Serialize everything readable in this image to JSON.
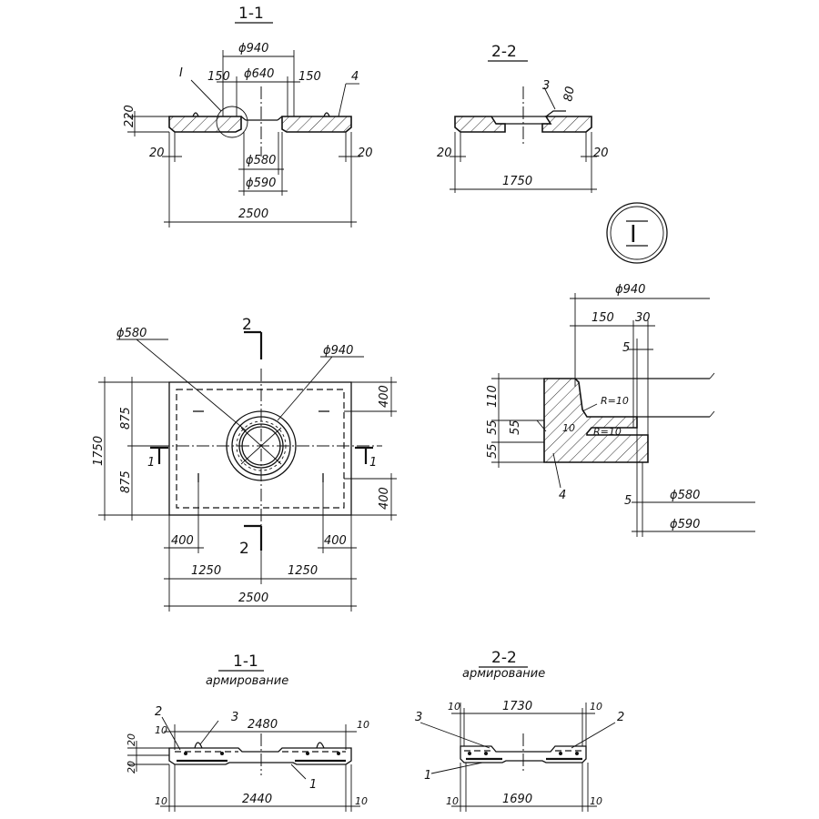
{
  "views": {
    "section_1_1": {
      "title": "1-1",
      "callout": "I",
      "dims": {
        "d940": "ϕ940",
        "d640": "ϕ640",
        "w150_left": "150",
        "w150_right": "150",
        "h220": "220",
        "d580": "ϕ580",
        "d590": "ϕ590",
        "e20_left": "20",
        "e20_right": "20",
        "total": "2500"
      },
      "leader": "4"
    },
    "section_2_2": {
      "title": "2-2",
      "leader": "3",
      "h80": "80",
      "e20_left": "20",
      "e20_right": "20",
      "total": "1750"
    },
    "detail_marker": {
      "label": "I"
    },
    "plan": {
      "d580": "ϕ580",
      "d940": "ϕ940",
      "section_top": "2",
      "section_bottom": "2",
      "section_left": "1",
      "section_right": "1",
      "h1750": "1750",
      "h875_top": "875",
      "h875_bottom": "875",
      "r400_top": "400",
      "r400_bottom": "400",
      "b400_left": "400",
      "b400_right": "400",
      "w1250_left": "1250",
      "w1250_right": "1250",
      "total": "2500"
    },
    "detail_I": {
      "d940": "ϕ940",
      "w150": "150",
      "w30": "30",
      "w5_top": "5",
      "h110": "110",
      "h55_a": "55",
      "h55_b": "55",
      "h55_c": "55",
      "r10_a": "R=10",
      "r10_b": "R=10",
      "w10": "10",
      "leader": "4",
      "w5_bottom": "5",
      "d580": "ϕ580",
      "d590": "ϕ590"
    },
    "reinf_1_1": {
      "title": "1-1",
      "subtitle": "армирование",
      "l2": "2",
      "l3": "3",
      "l1": "1",
      "top": "2480",
      "e10_tl": "10",
      "e10_tr": "10",
      "h20_a": "20",
      "h20_b": "20",
      "bottom": "2440",
      "e10_bl": "10",
      "e10_br": "10"
    },
    "reinf_2_2": {
      "title": "2-2",
      "subtitle": "армирование",
      "e10_tl": "10",
      "top": "1730",
      "e10_tr": "10",
      "l3": "3",
      "l2": "2",
      "l1": "1",
      "e10_bl": "10",
      "bottom": "1690",
      "e10_br": "10"
    }
  }
}
